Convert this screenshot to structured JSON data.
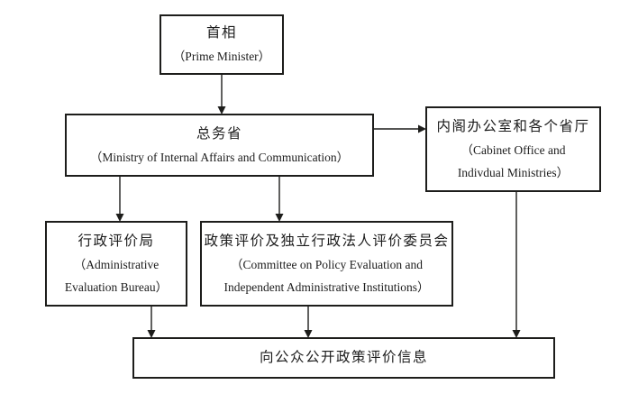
{
  "diagram": {
    "type": "flowchart",
    "colors": {
      "line": "#1d1d1b",
      "text": "#1c1c1c",
      "background": "#ffffff"
    },
    "nodes": {
      "prime_minister": {
        "lines": [
          "首相",
          "（Prime Minister）"
        ]
      },
      "ministry": {
        "lines": [
          "总务省",
          "（Ministry of Internal Affairs and Communication）"
        ]
      },
      "cabinet_office": {
        "lines": [
          "内阁办公室和各个省厅",
          "（Cabinet Office and",
          "Indivdual Ministries）"
        ]
      },
      "evaluation_bureau": {
        "lines": [
          "行政评价局",
          "（Administrative",
          "Evaluation Bureau）"
        ]
      },
      "committee": {
        "lines": [
          "政策评价及独立行政法人评价委员会",
          "（Committee on Policy Evaluation and",
          "Independent Administrative Institutions）"
        ]
      },
      "public_disclosure": {
        "lines": [
          "向公众公开政策评价信息"
        ]
      }
    },
    "edges": [
      {
        "from": "prime_minister",
        "to": "ministry"
      },
      {
        "from": "ministry",
        "to": "cabinet_office"
      },
      {
        "from": "ministry",
        "to": "evaluation_bureau"
      },
      {
        "from": "ministry",
        "to": "committee"
      },
      {
        "from": "evaluation_bureau",
        "to": "public_disclosure"
      },
      {
        "from": "committee",
        "to": "public_disclosure"
      },
      {
        "from": "cabinet_office",
        "to": "public_disclosure"
      }
    ]
  }
}
